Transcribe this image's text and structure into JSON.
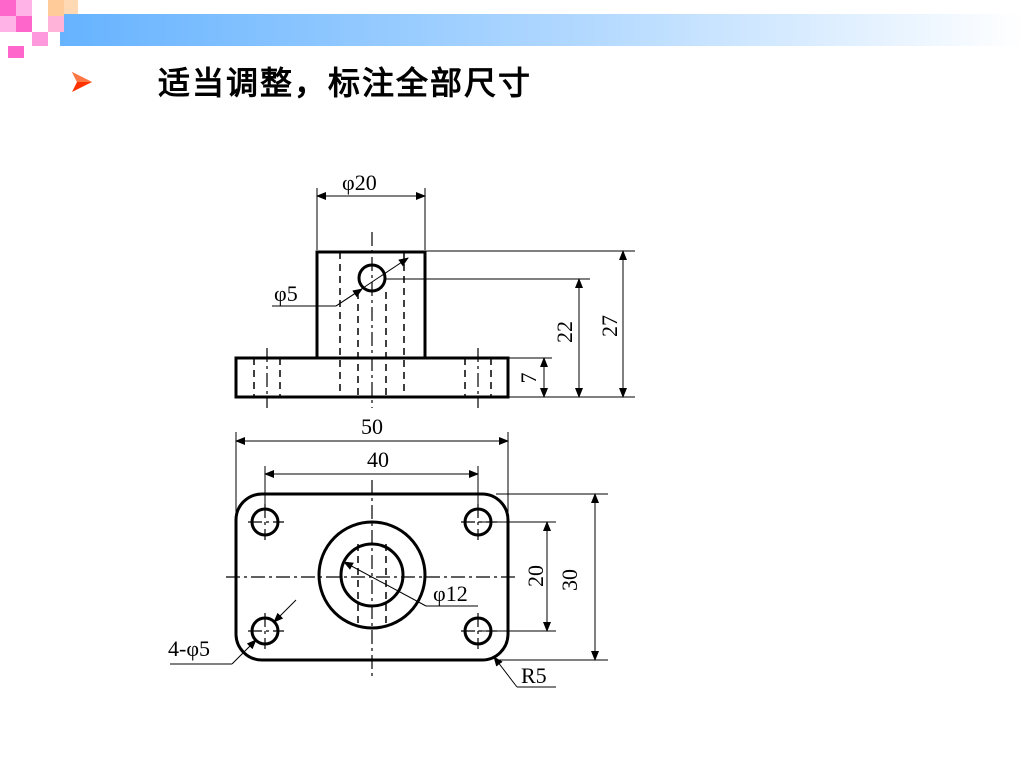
{
  "header": {
    "title": "适当调整，标注全部尺寸",
    "bullet_icon": "arrow-bullet-icon",
    "colors": {
      "band_blue": "#7fbfff",
      "band_pink": "#ff66cc",
      "bullet_red": "#ff3300"
    }
  },
  "drawing": {
    "front_view": {
      "dim_top_width": "φ20",
      "dim_hole": "φ5",
      "dim_height_base": "7",
      "dim_height_hole": "22",
      "dim_height_total": "27"
    },
    "top_view": {
      "dim_overall_width": "50",
      "dim_hole_spacing_x": "40",
      "dim_hole_spacing_y": "20",
      "dim_overall_depth": "30",
      "dim_center_hole": "φ12",
      "dim_corner_holes": "4-φ5",
      "dim_corner_radius": "R5"
    }
  }
}
